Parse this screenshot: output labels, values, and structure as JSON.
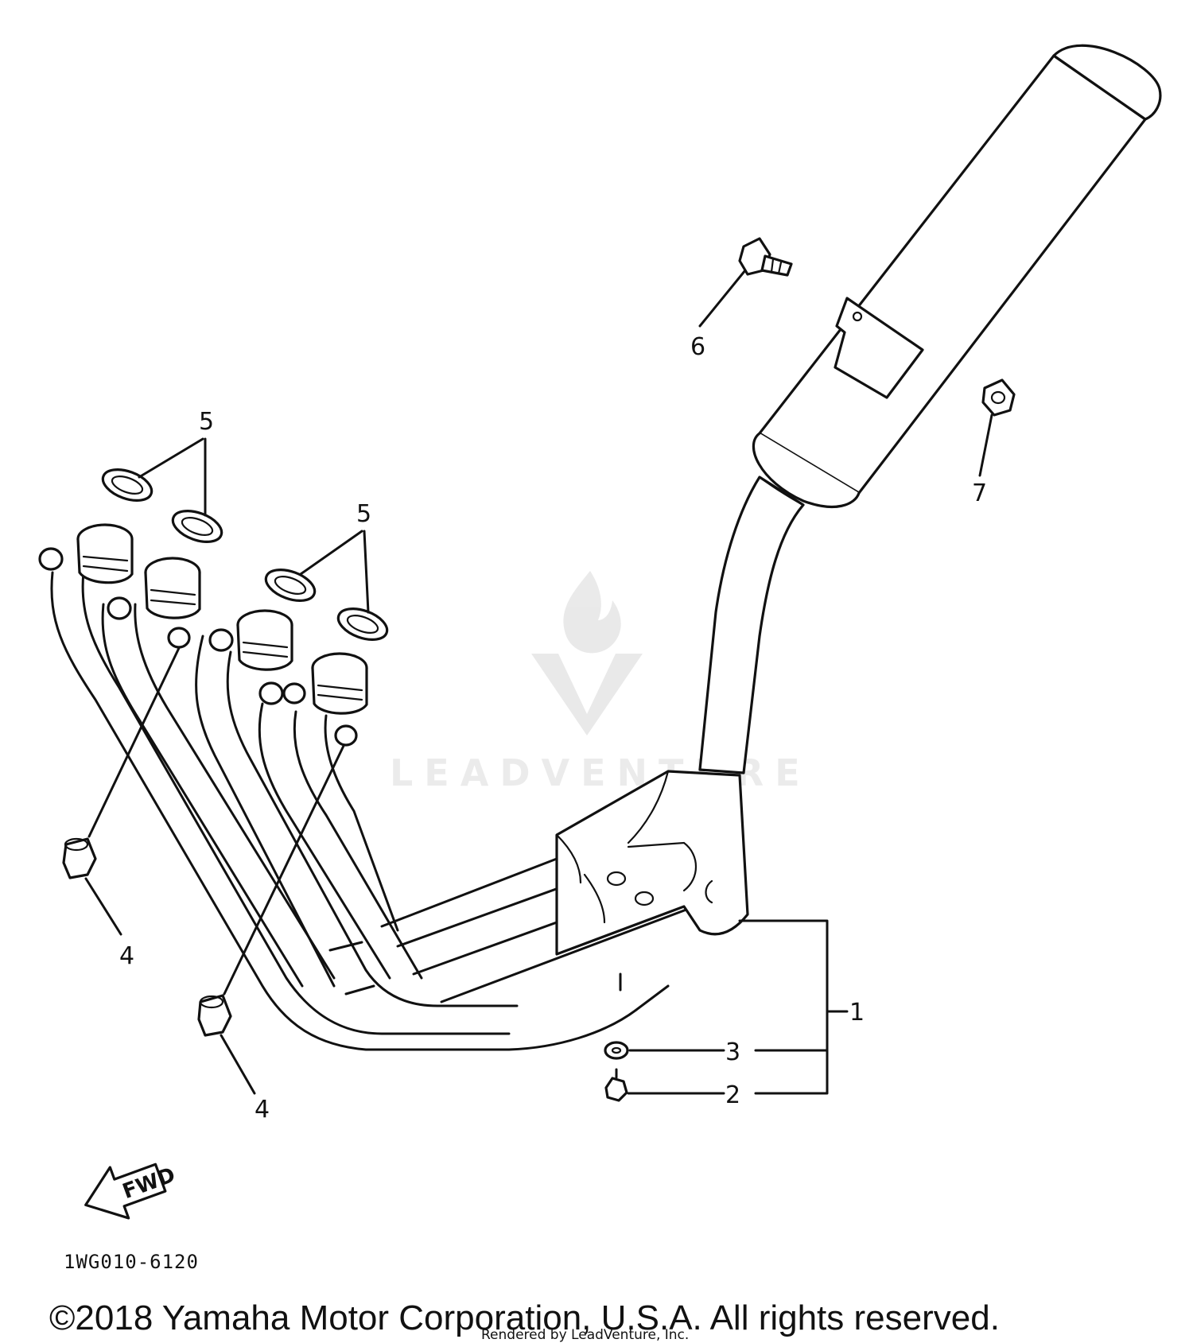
{
  "diagram": {
    "callouts": {
      "c1": "1",
      "c2": "2",
      "c3": "3",
      "c4a": "4",
      "c4b": "4",
      "c5a": "5",
      "c5b": "5",
      "c6": "6",
      "c7": "7"
    },
    "fwd_label": "FWD",
    "diagram_code": "1WG010-6120",
    "watermark_text": "LEADVENTURE",
    "copyright": "©2018 Yamaha Motor Corporation, U.S.A. All rights reserved.",
    "rendered_by": "Rendered by LeadVenture, Inc."
  }
}
